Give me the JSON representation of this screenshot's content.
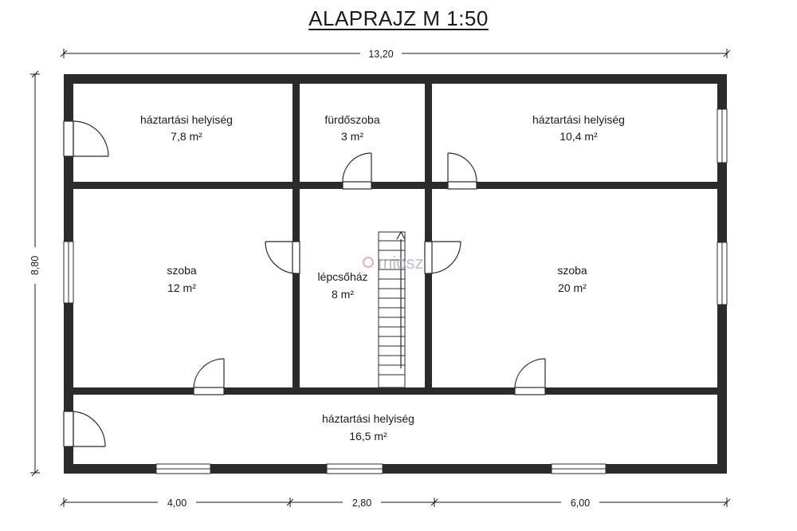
{
  "title": "ALAPRAJZ  M 1:50",
  "dimensions": {
    "total_width": "13,20",
    "total_height": "8,80",
    "bottom": [
      "4,00",
      "2,80",
      "6,00"
    ]
  },
  "rooms": [
    {
      "name": "háztartási helyiség",
      "area": "7,8 m²"
    },
    {
      "name": "fürdőszoba",
      "area": "3 m²"
    },
    {
      "name": "háztartási helyiség",
      "area": "10,4 m²"
    },
    {
      "name": "szoba",
      "area": "12 m²"
    },
    {
      "name": "lépcsőház",
      "area": "8 m²"
    },
    {
      "name": "szoba",
      "area": "20 m²"
    },
    {
      "name": "háztartási helyiség",
      "area": "16,5 m²"
    }
  ],
  "watermark": "miosz",
  "colors": {
    "wall": "#2b2b2b",
    "line": "#1a1a1a",
    "watermark": "#b0b7c1",
    "watermark_mark": "#e5a0a6"
  }
}
